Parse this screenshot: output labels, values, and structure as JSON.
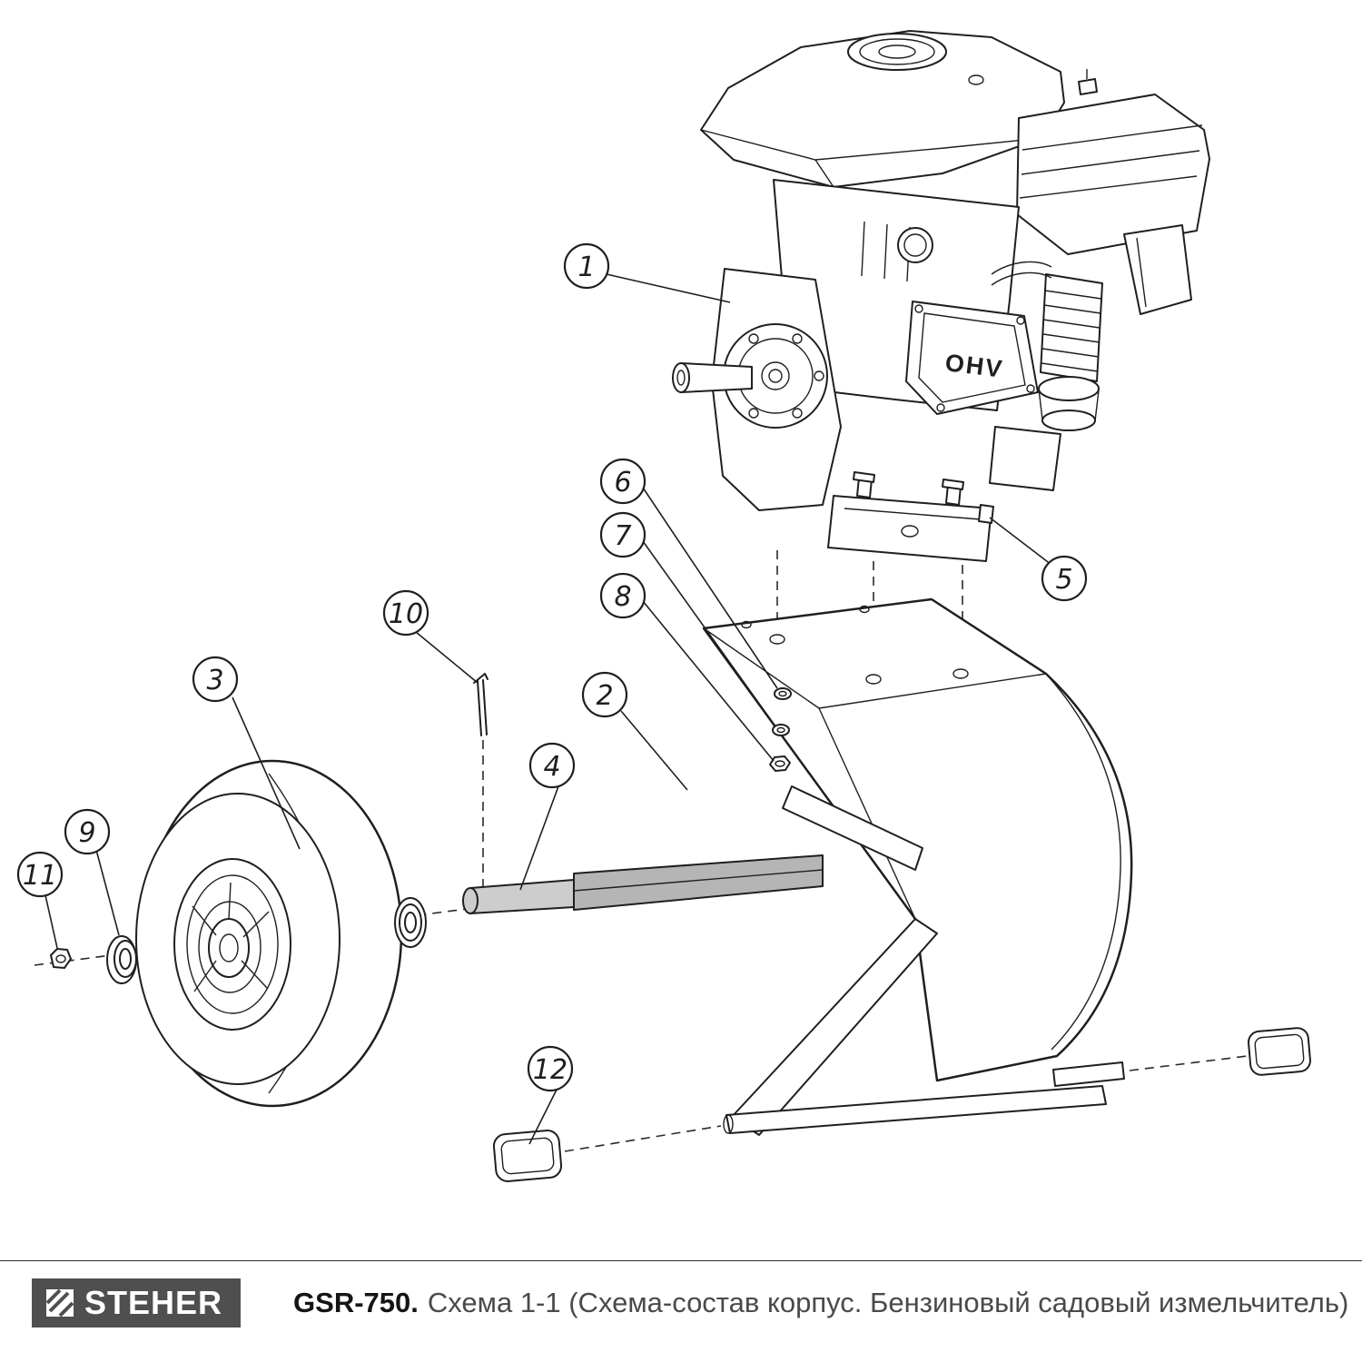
{
  "diagram": {
    "callouts": [
      {
        "label": "1"
      },
      {
        "label": "2"
      },
      {
        "label": "3"
      },
      {
        "label": "4"
      },
      {
        "label": "5"
      },
      {
        "label": "6"
      },
      {
        "label": "7"
      },
      {
        "label": "8"
      },
      {
        "label": "9"
      },
      {
        "label": "10"
      },
      {
        "label": "11"
      },
      {
        "label": "12"
      }
    ],
    "engine_label": "OHV"
  },
  "footer": {
    "brand": "STEHER",
    "model": "GSR-750.",
    "description": "Схема 1-1 (Схема-состав корпус. Бензиновый садовый измельчитель)"
  },
  "colors": {
    "line": "#1f1f1f",
    "logo_background": "#4f4f4f"
  }
}
